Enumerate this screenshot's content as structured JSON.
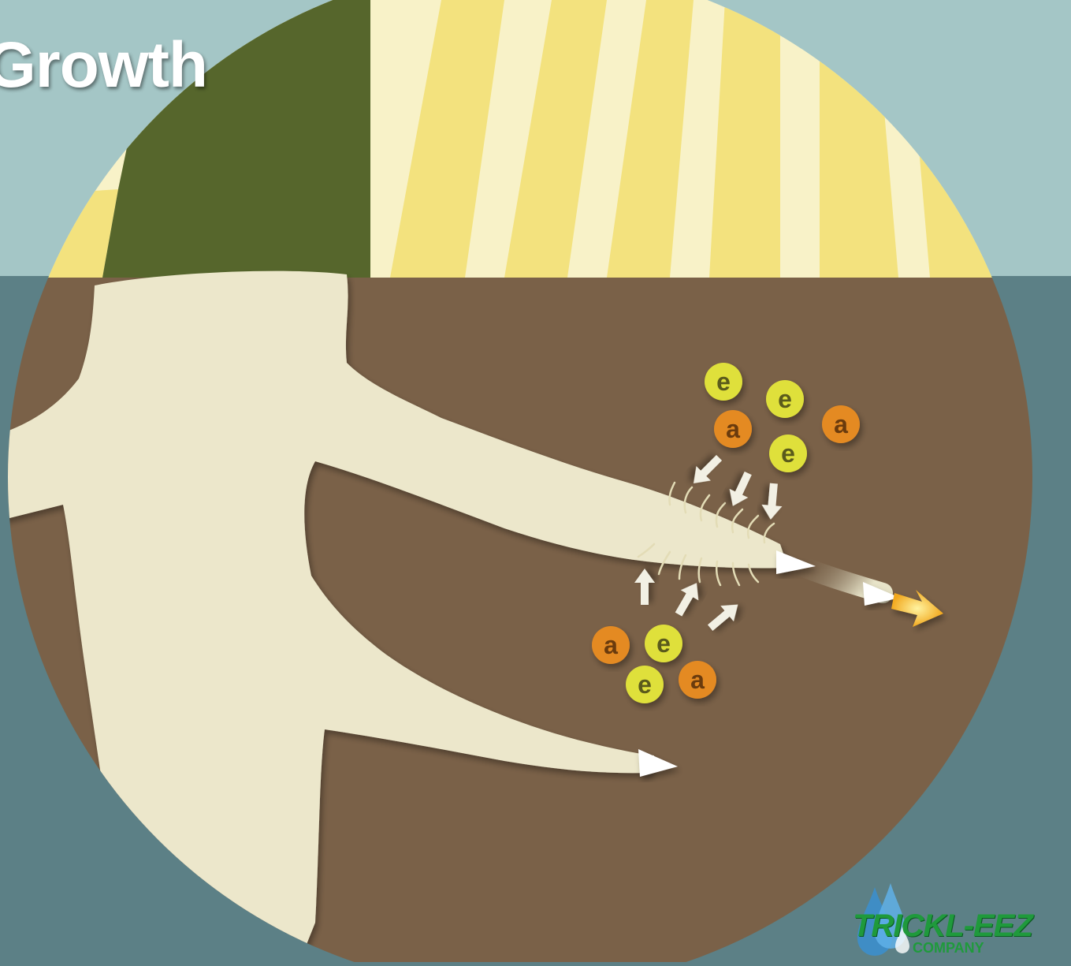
{
  "title": "Growth",
  "colors": {
    "sky": "#a4c6c6",
    "ground_band": "#5c8086",
    "soil": "#7a6148",
    "root": "#ece7cb",
    "plant_stem": "#56662c",
    "sun_ray_yellow": "#f3e27e",
    "sun_ray_pale": "#f8f2c8",
    "nutrient_e": "#dfe03a",
    "nutrient_a": "#e48a23",
    "growth_arrow": "#f2a81d",
    "logo_green": "#1f9a3c",
    "logo_blue": "#3a8fd0"
  },
  "nutrients": [
    {
      "label": "e",
      "kind": "e"
    },
    {
      "label": "e",
      "kind": "e"
    },
    {
      "label": "a",
      "kind": "a"
    },
    {
      "label": "e",
      "kind": "e"
    },
    {
      "label": "a",
      "kind": "a"
    },
    {
      "label": "a",
      "kind": "a"
    },
    {
      "label": "e",
      "kind": "e"
    },
    {
      "label": "e",
      "kind": "e"
    },
    {
      "label": "a",
      "kind": "a"
    }
  ],
  "logo": {
    "name": "TRICKL-EEZ",
    "subtitle": "COMPANY"
  },
  "icons": [
    "water-drop-icon",
    "nutrient-arrow-icon",
    "growth-arrow-icon",
    "root-tip-icon"
  ]
}
